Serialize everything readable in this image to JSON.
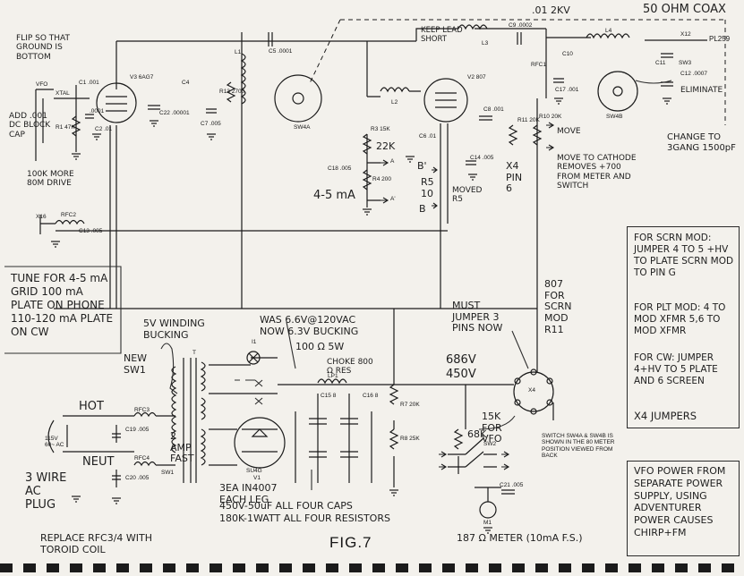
{
  "figure": {
    "title": "FIG.7"
  },
  "top_notes": {
    "coax": "50 OHM COAX",
    "pl259": "PL259",
    "flip": "FLIP SO THAT GROUND IS BOTTOM",
    "add_cap": "ADD .001 DC BLOCK CAP",
    "more_drive": "100K MORE 80M DRIVE",
    "keep_lead": "KEEP LEAD SHORT",
    "kv": ".01 2KV",
    "eliminate": "ELIMINATE",
    "change_cap": "CHANGE TO 3GANG 1500pF",
    "move": "MOVE",
    "move_cathode": "MOVE TO CATHODE REMOVES +700 FROM METER AND SWITCH",
    "grid_ma": "4-5 mA",
    "x4_pin": "X4 PIN 6",
    "moved_r5": "MOVED R5"
  },
  "components": {
    "vfo": "VFO",
    "xtal": "XTAL",
    "c1": "C1 .001",
    "r1": "R1 47K",
    "c2": "C2 .01",
    "v3": "V3 6AG7",
    "c3": ".0001",
    "c5": "C5 .0001",
    "l1": "L1",
    "c4": "C4",
    "c7": "C7 .005",
    "r13": "R13 2700",
    "sw4a": "SW4A",
    "c22": "C22 .00001",
    "l2": "L2",
    "r3": "R3 15K",
    "r3_note": "22K",
    "c18": "C18 .005",
    "r4": "R4 200",
    "a": "A",
    "a_prime": "A'",
    "v2": "V2 807",
    "l3": "L3",
    "c9": "C9 .0002",
    "c6": "C6 .01",
    "c14": "C14 .005",
    "c8": "C8 .001",
    "r11": "R11 20K",
    "r10": "R10 20K",
    "r5": "R5 10",
    "b": "B",
    "b_prime": "B'",
    "rfc1": "RFC1",
    "c10": "C10",
    "c17": "C17 .001",
    "l4": "L4",
    "sw4b": "SW4B",
    "x12": "X12",
    "c11": "C11",
    "sw3": "SW3",
    "c12": "C12 .0007",
    "x16": "X16",
    "rfc2": "RFC2",
    "c13": "C13 .005",
    "t": "T",
    "i1": "I1",
    "lp1": "LP1",
    "c15": "C15 8",
    "c16": "C16 8",
    "r7": "R7 20K",
    "r8": "R8 25K",
    "sw4g": "SU4G",
    "v1": "V1",
    "rfc3": "RFC3",
    "c19": "C19 .005",
    "rfc4": "RFC4",
    "c20": "C20 .005",
    "sw1": "SW1",
    "ac_in": "115V 60~ AC",
    "x4": "X4",
    "sw2": "SW2",
    "m1": "M1",
    "c21": "C21 .005",
    "r68k": "68K"
  },
  "mid_notes": {
    "tune_for": "TUNE FOR 4-5 mA GRID 100 mA PLATE ON PHONE 110-120 mA PLATE ON CW",
    "winding": "5V WINDING BUCKING",
    "was_66": "WAS 6.6V@120VAC NOW 6.3V BUCKING",
    "res_100": "100 Ω 5W",
    "choke": "CHOKE 800 Ω RES",
    "new_sw1": "NEW SW1",
    "amp_fast": "2 AMP FAST",
    "hot": "HOT",
    "neut": "NEUT",
    "three_wire": "3 WIRE AC PLUG",
    "diodes": "3EA IN4007 EACH LEG",
    "caps": "450V-50uF ALL FOUR CAPS",
    "resistors": "180K-1WATT ALL FOUR RESISTORS",
    "replace_rfc": "REPLACE RFC3/4 WITH TOROID COIL",
    "v686": "686V",
    "v450": "450V",
    "must_jumper": "MUST JUMPER 3 PINS NOW",
    "r807": "807 FOR SCRN MOD R11",
    "vfo_15k": "15K FOR VFO",
    "meter": "187 Ω METER (10mA F.S.)",
    "switch_note": "SWITCH SW4A & SW4B IS SHOWN IN THE 80 METER POSITION VIEWED FROM BACK"
  },
  "right_notes": {
    "scrn_mod": "FOR SCRN MOD: JUMPER 4 TO 5 +HV TO PLATE SCRN MOD TO PIN G",
    "plt_mod": "FOR PLT MOD: 4 TO MOD XFMR 5,6 TO MOD XFMR",
    "cw": "FOR CW: JUMPER 4+HV TO 5 PLATE AND 6 SCREEN",
    "jumpers": "X4 JUMPERS",
    "vfo_power": "VFO POWER FROM SEPARATE POWER SUPPLY, USING ADVENTURER POWER CAUSES CHIRP+FM"
  },
  "colors": {
    "ink": "#1b1b1b",
    "paper": "#f3f1ec",
    "pencil": "#3a3a3a"
  }
}
